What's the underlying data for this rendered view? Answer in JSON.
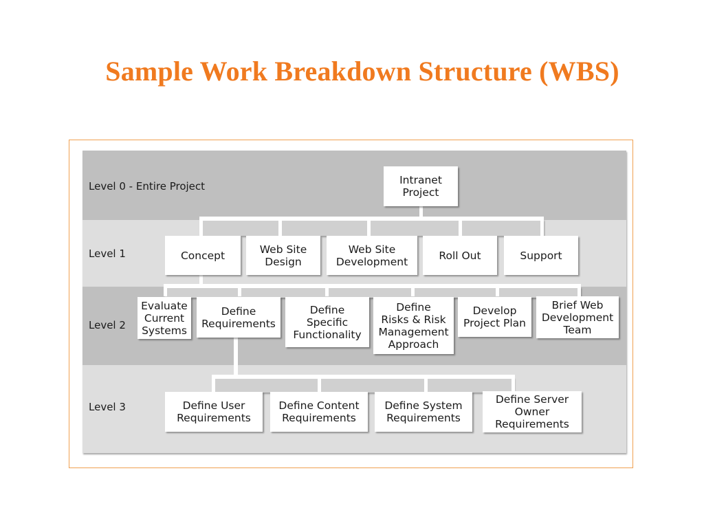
{
  "title": "Sample Work Breakdown Structure (WBS)",
  "levels": [
    {
      "label": "Level 0 - Entire Project"
    },
    {
      "label": "Level 1"
    },
    {
      "label": "Level 2"
    },
    {
      "label": "Level 3"
    }
  ],
  "nodes": {
    "root": "Intranet\nProject",
    "l1": [
      "Concept",
      "Web Site\nDesign",
      "Web Site\nDevelopment",
      "Roll Out",
      "Support"
    ],
    "l2": [
      "Evaluate\nCurrent\nSystems",
      "Define\nRequirements",
      "Define\nSpecific\nFunctionality",
      "Define\nRisks & Risk\nManagement\nApproach",
      "Develop\nProject Plan",
      "Brief Web\nDevelopment\nTeam"
    ],
    "l3": [
      "Define User\nRequirements",
      "Define Content\nRequirements",
      "Define System\nRequirements",
      "Define Server\nOwner\nRequirements"
    ]
  },
  "colors": {
    "title": "#f07a1f",
    "frame_border": "#f0a050",
    "band_dark": "#bfbfbf",
    "band_light": "#dedede",
    "node_fill": "#ffffff"
  }
}
